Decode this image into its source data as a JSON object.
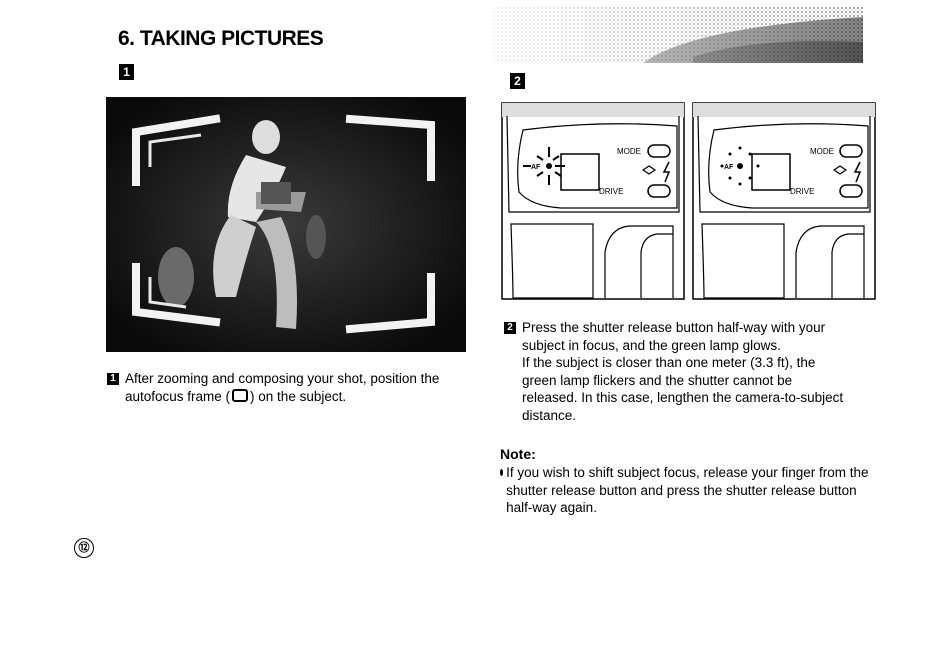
{
  "page": {
    "title": "6. TAKING PICTURES",
    "page_number": "⑫"
  },
  "section1": {
    "badge": "1",
    "caption_badge": "1",
    "caption_before_icon": "After zooming and composing your shot, position the autofocus frame (",
    "caption_after_icon": ") on the subject.",
    "icon": "autofocus-frame-icon"
  },
  "section2": {
    "badge": "2",
    "caption_badge": "2",
    "caption_lines": [
      "Press the shutter release button half-way with your",
      "subject in focus, and the green lamp glows.",
      "If the subject is closer than one meter (3.3 ft), the",
      "green lamp flickers and the shutter cannot be",
      "released. In this case, lengthen the camera-to-subject",
      "distance."
    ],
    "camera_left": {
      "mode_label": "MODE",
      "drive_label": "DRIVE",
      "af_label": "AF"
    },
    "camera_right": {
      "mode_label": "MODE",
      "drive_label": "DRIVE",
      "af_label": "AF"
    }
  },
  "note": {
    "title": "Note:",
    "body": "If you wish to shift subject focus, release your finger from the shutter release button and press the shutter release button half-way again."
  }
}
